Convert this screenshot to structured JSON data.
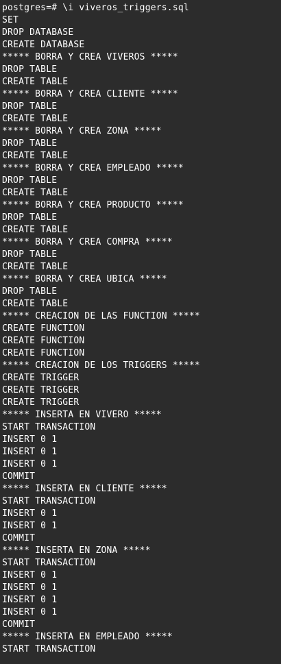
{
  "terminal": {
    "lines": [
      "postgres=# \\i viveros_triggers.sql",
      "SET",
      "DROP DATABASE",
      "CREATE DATABASE",
      "***** BORRA Y CREA VIVEROS *****",
      "DROP TABLE",
      "CREATE TABLE",
      "***** BORRA Y CREA CLIENTE *****",
      "DROP TABLE",
      "CREATE TABLE",
      "***** BORRA Y CREA ZONA *****",
      "DROP TABLE",
      "CREATE TABLE",
      "***** BORRA Y CREA EMPLEADO *****",
      "DROP TABLE",
      "CREATE TABLE",
      "***** BORRA Y CREA PRODUCTO *****",
      "DROP TABLE",
      "CREATE TABLE",
      "***** BORRA Y CREA COMPRA *****",
      "DROP TABLE",
      "CREATE TABLE",
      "***** BORRA Y CREA UBICA *****",
      "DROP TABLE",
      "CREATE TABLE",
      "***** CREACION DE LAS FUNCTION *****",
      "CREATE FUNCTION",
      "CREATE FUNCTION",
      "CREATE FUNCTION",
      "***** CREACION DE LOS TRIGGERS *****",
      "CREATE TRIGGER",
      "CREATE TRIGGER",
      "CREATE TRIGGER",
      "***** INSERTA EN VIVERO *****",
      "START TRANSACTION",
      "INSERT 0 1",
      "INSERT 0 1",
      "INSERT 0 1",
      "COMMIT",
      "***** INSERTA EN CLIENTE *****",
      "START TRANSACTION",
      "INSERT 0 1",
      "INSERT 0 1",
      "COMMIT",
      "***** INSERTA EN ZONA *****",
      "START TRANSACTION",
      "INSERT 0 1",
      "INSERT 0 1",
      "INSERT 0 1",
      "INSERT 0 1",
      "COMMIT",
      "***** INSERTA EN EMPLEADO *****",
      "START TRANSACTION"
    ]
  },
  "colors": {
    "background": "#2c2c2c",
    "text": "#ffffff"
  }
}
